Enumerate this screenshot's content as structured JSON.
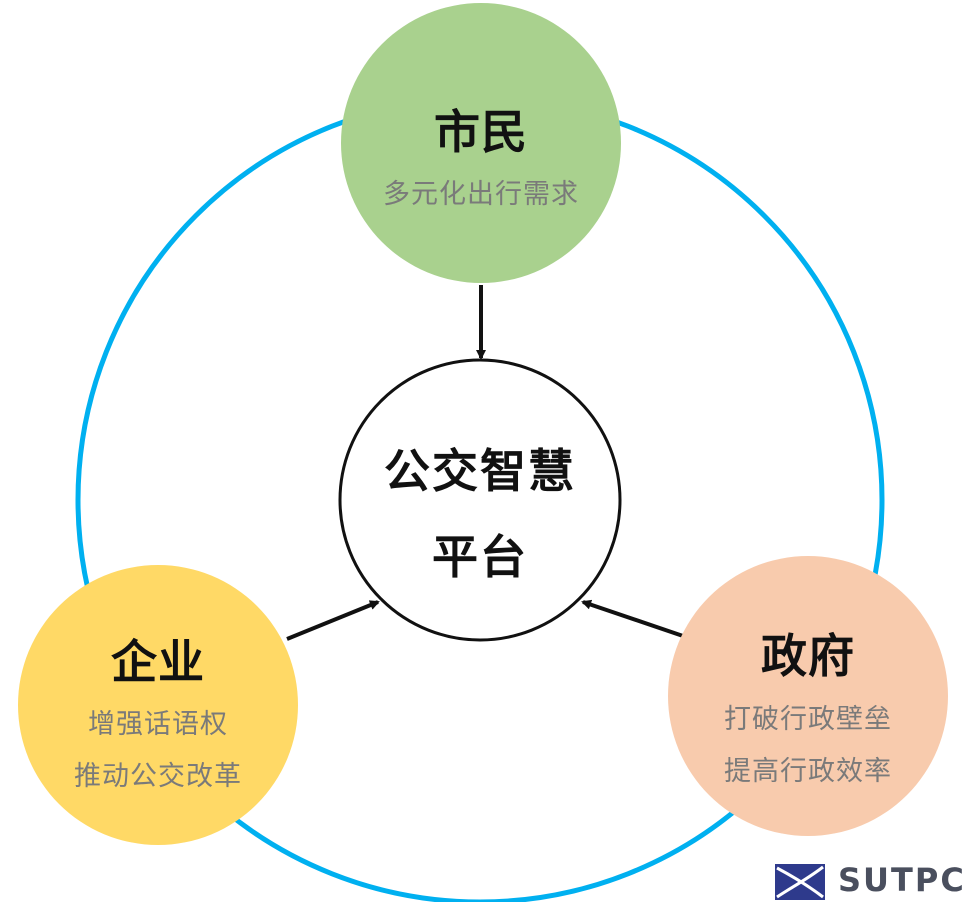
{
  "center": {
    "line1": "公交智慧",
    "line2": "平台"
  },
  "nodes": {
    "citizen": {
      "title": "市民",
      "lines": [
        "多元化出行需求"
      ],
      "color": "#a9d18e"
    },
    "enterprise": {
      "title": "企业",
      "lines": [
        "增强话语权",
        "推动公交改革"
      ],
      "color": "#ffd966"
    },
    "government": {
      "title": "政府",
      "lines": [
        "打破行政壁垒",
        "提高行政效率"
      ],
      "color": "#f8cbad"
    }
  },
  "ring_color": "#00b0f0",
  "logo": {
    "text": "SUTPC",
    "color": "#2e3a8c"
  }
}
